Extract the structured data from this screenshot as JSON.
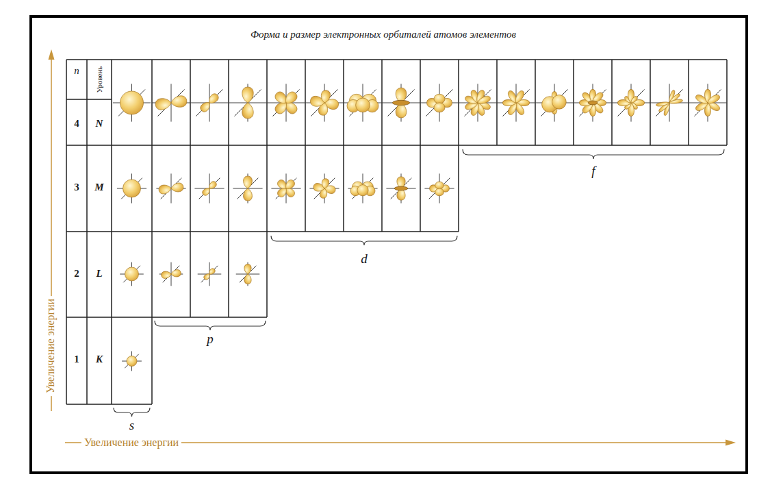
{
  "diagram": {
    "title": "Форма и размер электронных орбиталей атомов элементов",
    "labels": [
      "n",
      "Уровень",
      "4",
      "N",
      "3",
      "M",
      "2",
      "L",
      "1",
      "K",
      "s",
      "p",
      "d",
      "f",
      "Увеличение энергии",
      "Увеличение энергии"
    ]
  }
}
